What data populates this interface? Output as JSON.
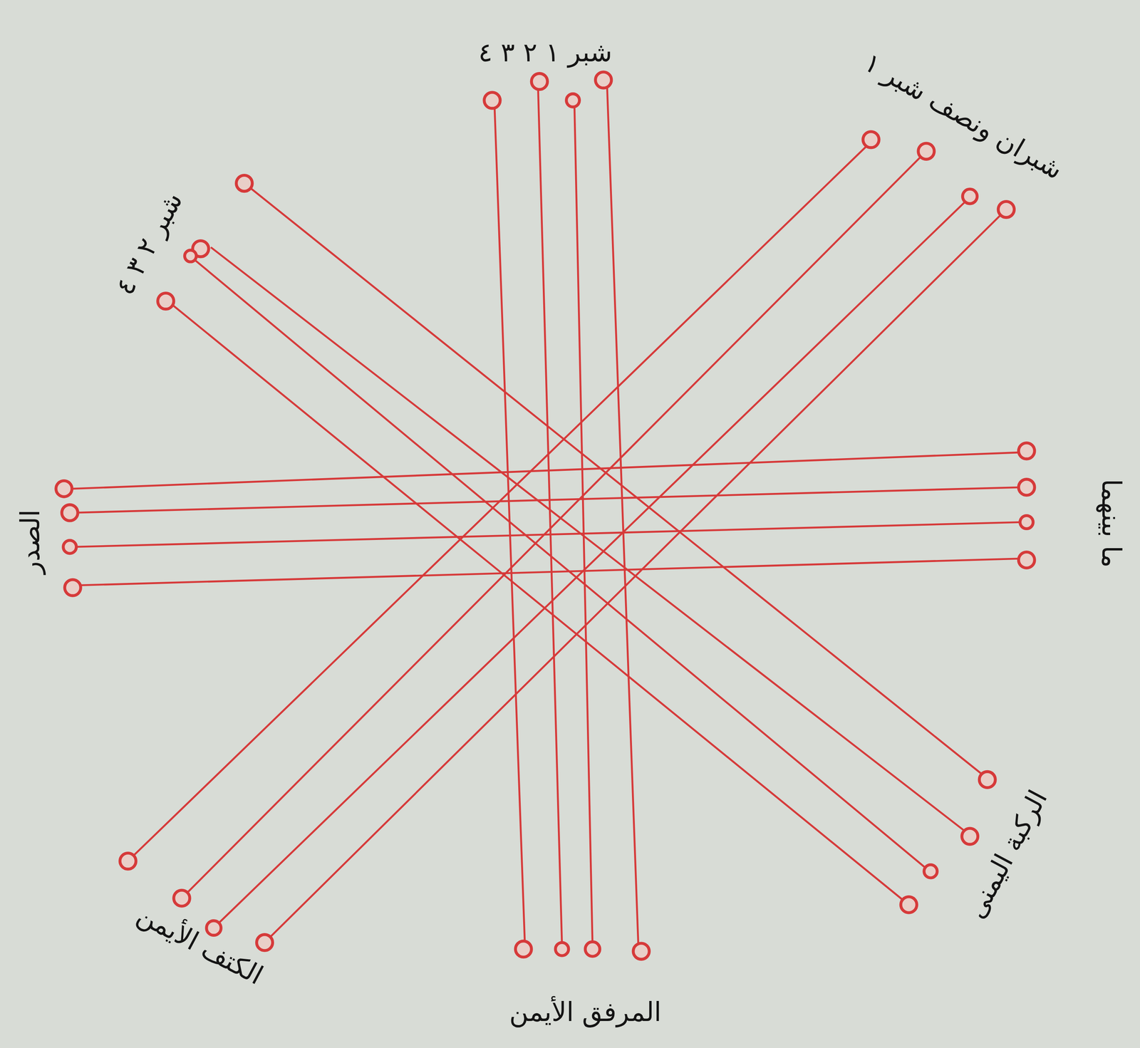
{
  "diagram": {
    "labels": [
      "شبر ١ ٢ ٣ ٤",
      "شبران ونصف شبر ١",
      "شبر ٢ ٣ ٤",
      "ما بينهما",
      "الصدر",
      "الكتف الأيمن",
      "المرفق الأيمن",
      "الركبة اليمنى"
    ]
  }
}
